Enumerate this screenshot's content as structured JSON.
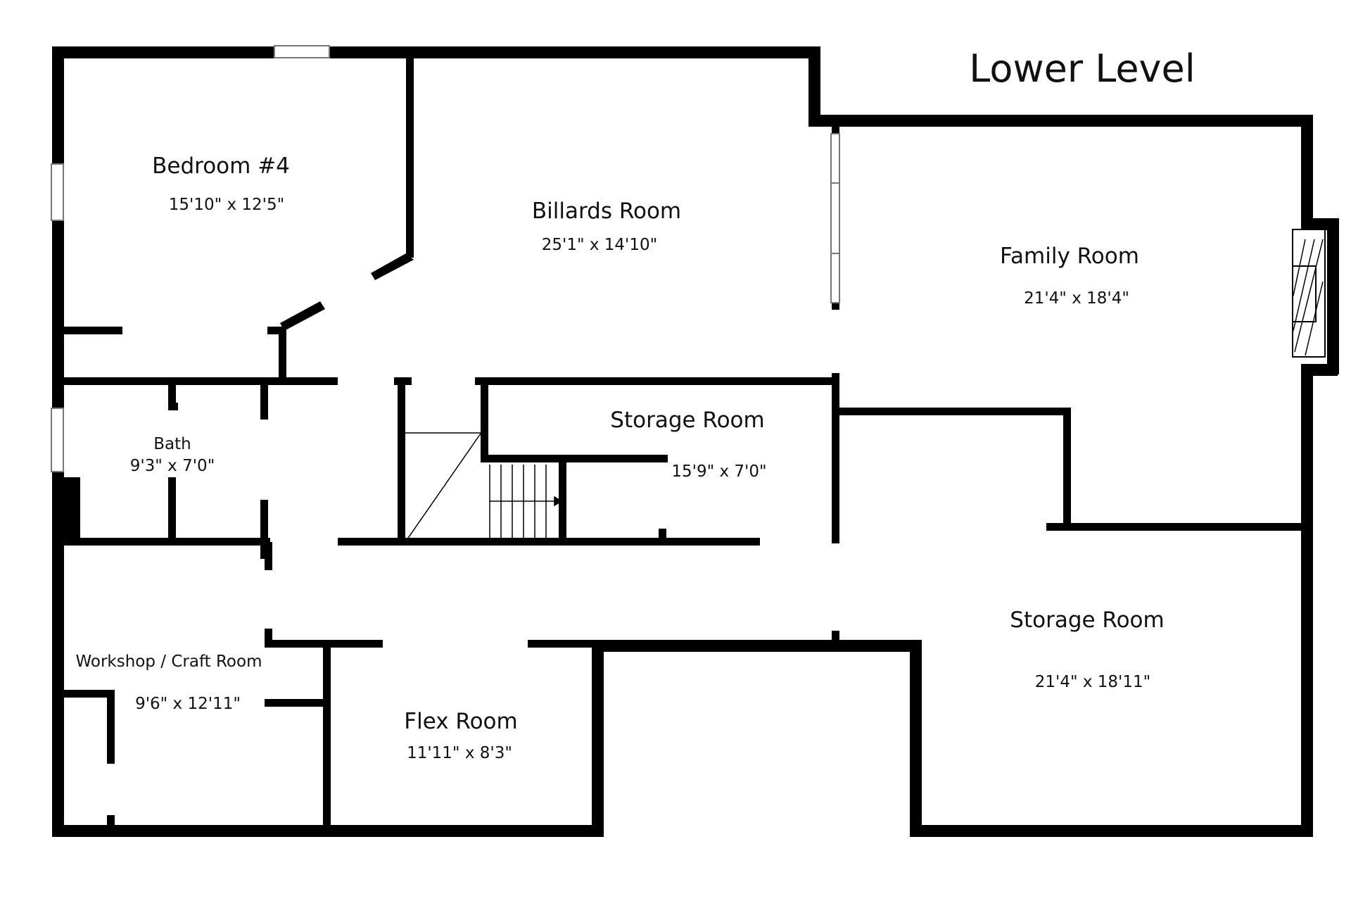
{
  "title": "Lower Level",
  "colors": {
    "wall": "#000000",
    "background": "#ffffff",
    "window": "#ffffff"
  },
  "rooms": [
    {
      "id": "bedroom-4",
      "name": "Bedroom #4",
      "dims": "15'10\" x 12'5\""
    },
    {
      "id": "billards-room",
      "name": "Billards Room",
      "dims": "25'1\" x 14'10\""
    },
    {
      "id": "family-room",
      "name": "Family  Room",
      "dims": "21'4\" x 18'4\""
    },
    {
      "id": "bath",
      "name": "Bath",
      "dims": "9'3\" x 7'0\""
    },
    {
      "id": "storage-room-1",
      "name": "Storage  Room",
      "dims": "15'9\" x 7'0\""
    },
    {
      "id": "workshop-craft-room",
      "name": "Workshop / Craft Room",
      "dims": "9'6\" x 12'11\""
    },
    {
      "id": "flex-room",
      "name": "Flex Room",
      "dims": "11'11\" x 8'3\""
    },
    {
      "id": "storage-room-2",
      "name": "Storage  Room",
      "dims": "21'4\" x 18'11\""
    }
  ]
}
